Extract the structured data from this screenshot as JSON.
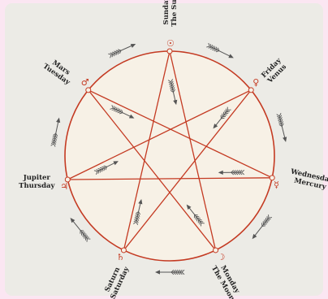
{
  "diagram": {
    "colors": {
      "background": "#fbe6f2",
      "card": "#ecebe6",
      "circle_fill": "#f7f1e6",
      "line": "#c43a22",
      "arrow": "#555555",
      "text": "#222222"
    },
    "days": [
      {
        "id": "sun",
        "label1": "Sunday",
        "label2": "The Sun",
        "symbol": "☉"
      },
      {
        "id": "venus",
        "label1": "Friday",
        "label2": "Venus",
        "symbol": "♀"
      },
      {
        "id": "mercury",
        "label1": "Wednesday",
        "label2": "Mercury",
        "symbol": "☿"
      },
      {
        "id": "moon",
        "label1": "Monday",
        "label2": "The Moon",
        "symbol": "☽"
      },
      {
        "id": "saturn",
        "label1": "Saturn",
        "label2": "Saturday",
        "symbol": "♄"
      },
      {
        "id": "jupiter",
        "label1": "Jupiter",
        "label2": "Thursday",
        "symbol": "♃"
      },
      {
        "id": "mars",
        "label1": "Mars",
        "label2": "Tuesday",
        "symbol": "♂"
      }
    ],
    "star_order": [
      "sun",
      "moon",
      "mars",
      "mercury",
      "jupiter",
      "venus",
      "saturn"
    ]
  }
}
